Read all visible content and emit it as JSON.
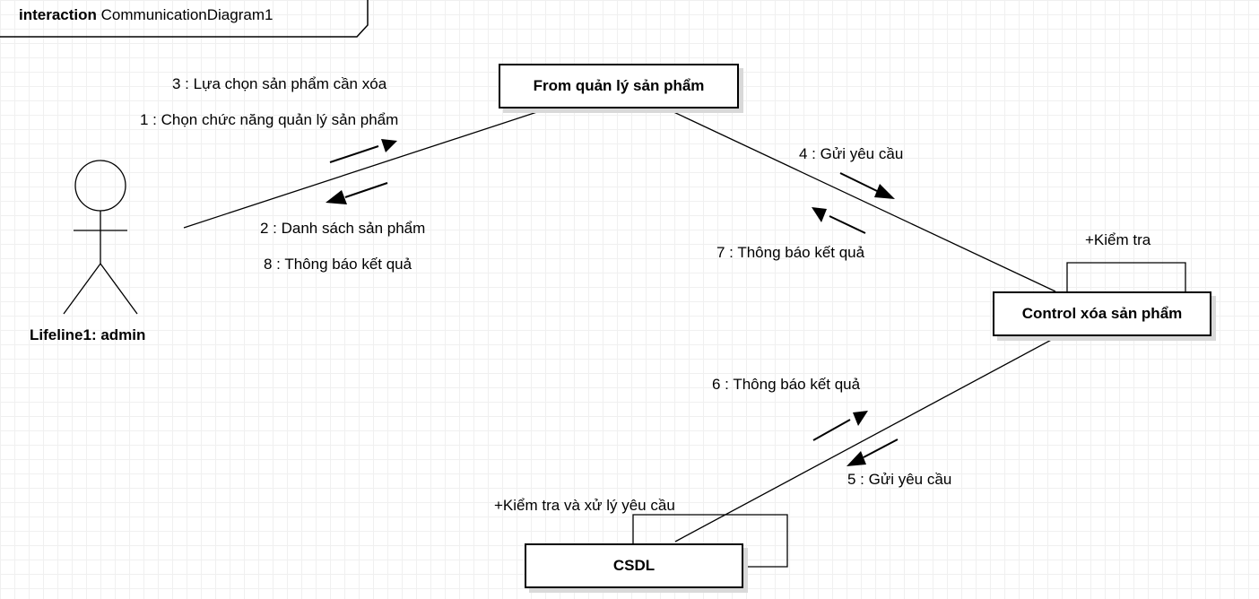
{
  "frame": {
    "keyword": "interaction",
    "name": "CommunicationDiagram1"
  },
  "lifelines": {
    "actor": "Lifeline1: admin",
    "form": "From quản lý sản phẩm",
    "control": "Control xóa sản phẩm",
    "db": "CSDL"
  },
  "self_messages": {
    "control": "+Kiểm tra",
    "db": "+Kiểm tra và xử lý yêu cầu"
  },
  "messages": {
    "m1": "1 : Chọn chức năng quản lý sản phẩm",
    "m2": "2 : Danh sách sản phẩm",
    "m3": "3 : Lựa chọn sản phẩm cần xóa",
    "m4": "4 : Gửi yêu cầu",
    "m5": "5 : Gửi yêu cầu",
    "m6": "6 : Thông báo kết quả",
    "m7": "7 : Thông báo kết quả",
    "m8": "8 : Thông báo kết quả"
  }
}
